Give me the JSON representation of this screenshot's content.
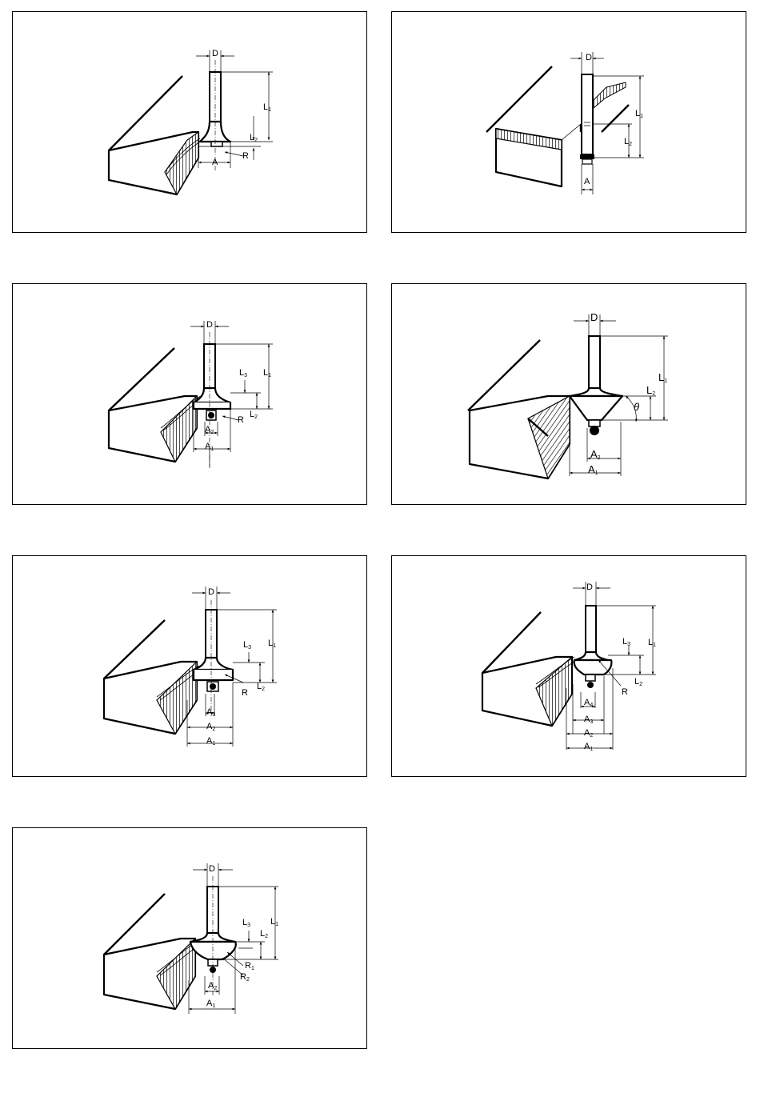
{
  "colors": {
    "line": "#000000",
    "background": "#ffffff"
  },
  "panels": [
    {
      "labels": {
        "d": "D",
        "l1": "L",
        "l1s": "1",
        "l2": "L",
        "l2s": "2",
        "r": "R",
        "a": "A"
      }
    },
    {
      "labels": {
        "d": "D",
        "l1": "L",
        "l1s": "1",
        "l2": "L",
        "l2s": "2",
        "a": "A"
      }
    },
    {
      "labels": {
        "d": "D",
        "l1": "L",
        "l1s": "1",
        "l2": "L",
        "l2s": "2",
        "l3": "L",
        "l3s": "3",
        "r": "R",
        "a1": "A",
        "a1s": "1",
        "a2": "A",
        "a2s": "2"
      }
    },
    {
      "labels": {
        "d": "D",
        "l1": "L",
        "l1s": "1",
        "l2": "L",
        "l2s": "2",
        "theta": "θ",
        "a1": "A",
        "a1s": "1",
        "a2": "A",
        "a2s": "2"
      }
    },
    {
      "labels": {
        "d": "D",
        "l1": "L",
        "l1s": "1",
        "l2": "L",
        "l2s": "2",
        "l3": "L",
        "l3s": "3",
        "r": "R",
        "a1": "A",
        "a1s": "1",
        "a2": "A",
        "a2s": "2",
        "a3": "A",
        "a3s": "3"
      }
    },
    {
      "labels": {
        "d": "D",
        "l1": "L",
        "l1s": "1",
        "l2": "L",
        "l2s": "2",
        "l3": "L",
        "l3s": "3",
        "r": "R",
        "a1": "A",
        "a1s": "1",
        "a2": "A",
        "a2s": "2",
        "a3": "A",
        "a3s": "3",
        "a4": "A",
        "a4s": "4"
      }
    },
    {
      "labels": {
        "d": "D",
        "l1": "L",
        "l1s": "1",
        "l2": "L",
        "l2s": "2",
        "l3": "L",
        "l3s": "3",
        "r1": "R",
        "r1s": "1",
        "r2": "R",
        "r2s": "2",
        "a1": "A",
        "a1s": "1",
        "a2": "A",
        "a2s": "2"
      }
    }
  ]
}
